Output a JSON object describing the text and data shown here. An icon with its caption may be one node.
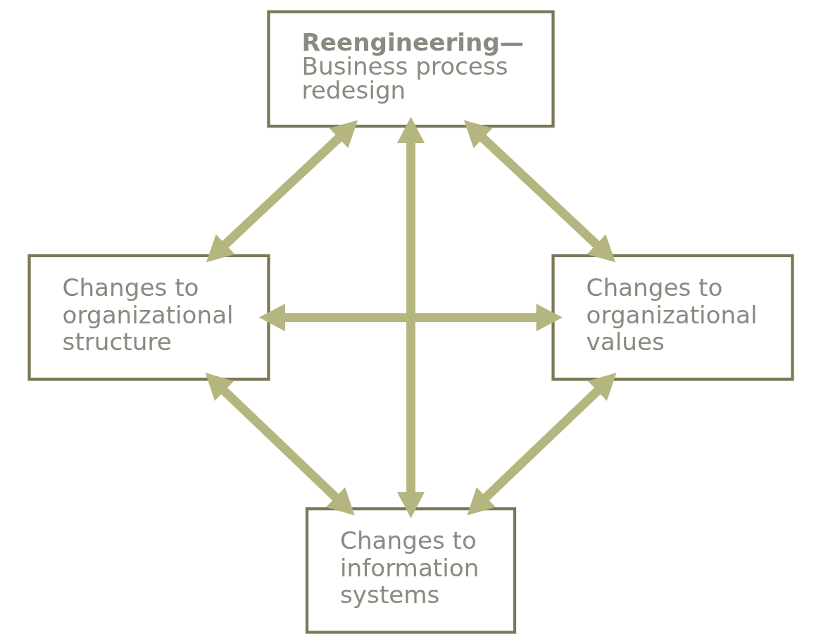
{
  "diagram": {
    "nodes": [
      {
        "text": [
          "Reengineering—",
          "Business process redesign"
        ]
      },
      {
        "text": [
          "Changes to organizational structure"
        ]
      },
      {
        "text": [
          "Changes to organizational values"
        ]
      },
      {
        "text": [
          "Changes to information systems"
        ]
      }
    ],
    "edges": [
      {
        "from": 0,
        "to": 1,
        "arrow": "both"
      },
      {
        "from": 0,
        "to": 2,
        "arrow": "both"
      },
      {
        "from": 0,
        "to": 3,
        "arrow": "both"
      },
      {
        "from": 1,
        "to": 2,
        "arrow": "both"
      },
      {
        "from": 1,
        "to": 3,
        "arrow": "both"
      },
      {
        "from": 2,
        "to": 3,
        "arrow": "both"
      }
    ]
  }
}
